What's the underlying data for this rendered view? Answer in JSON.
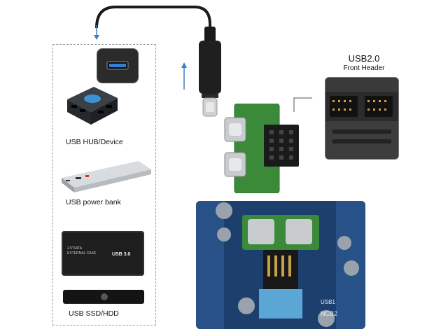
{
  "labels": {
    "usb_hub": "USB HUB/Device",
    "power_bank": "USB power bank",
    "ssd_hdd": "USB SSD/HDD",
    "header_title": "USB2.0",
    "header_subtitle": "Front Header"
  },
  "device_text": {
    "enclosure_line1": "2.5\"SATA",
    "enclosure_line2": "EXTERNAL CASE",
    "enclosure_usb": "USB 3.0",
    "board_silk_1": "USB1",
    "board_silk_2": "NCB2"
  },
  "colors": {
    "cable": "#1a1a1a",
    "pcb_green": "#3a8a3a",
    "board_blue": "#1d3f6e",
    "arrow_blue": "#3f7fbf"
  }
}
